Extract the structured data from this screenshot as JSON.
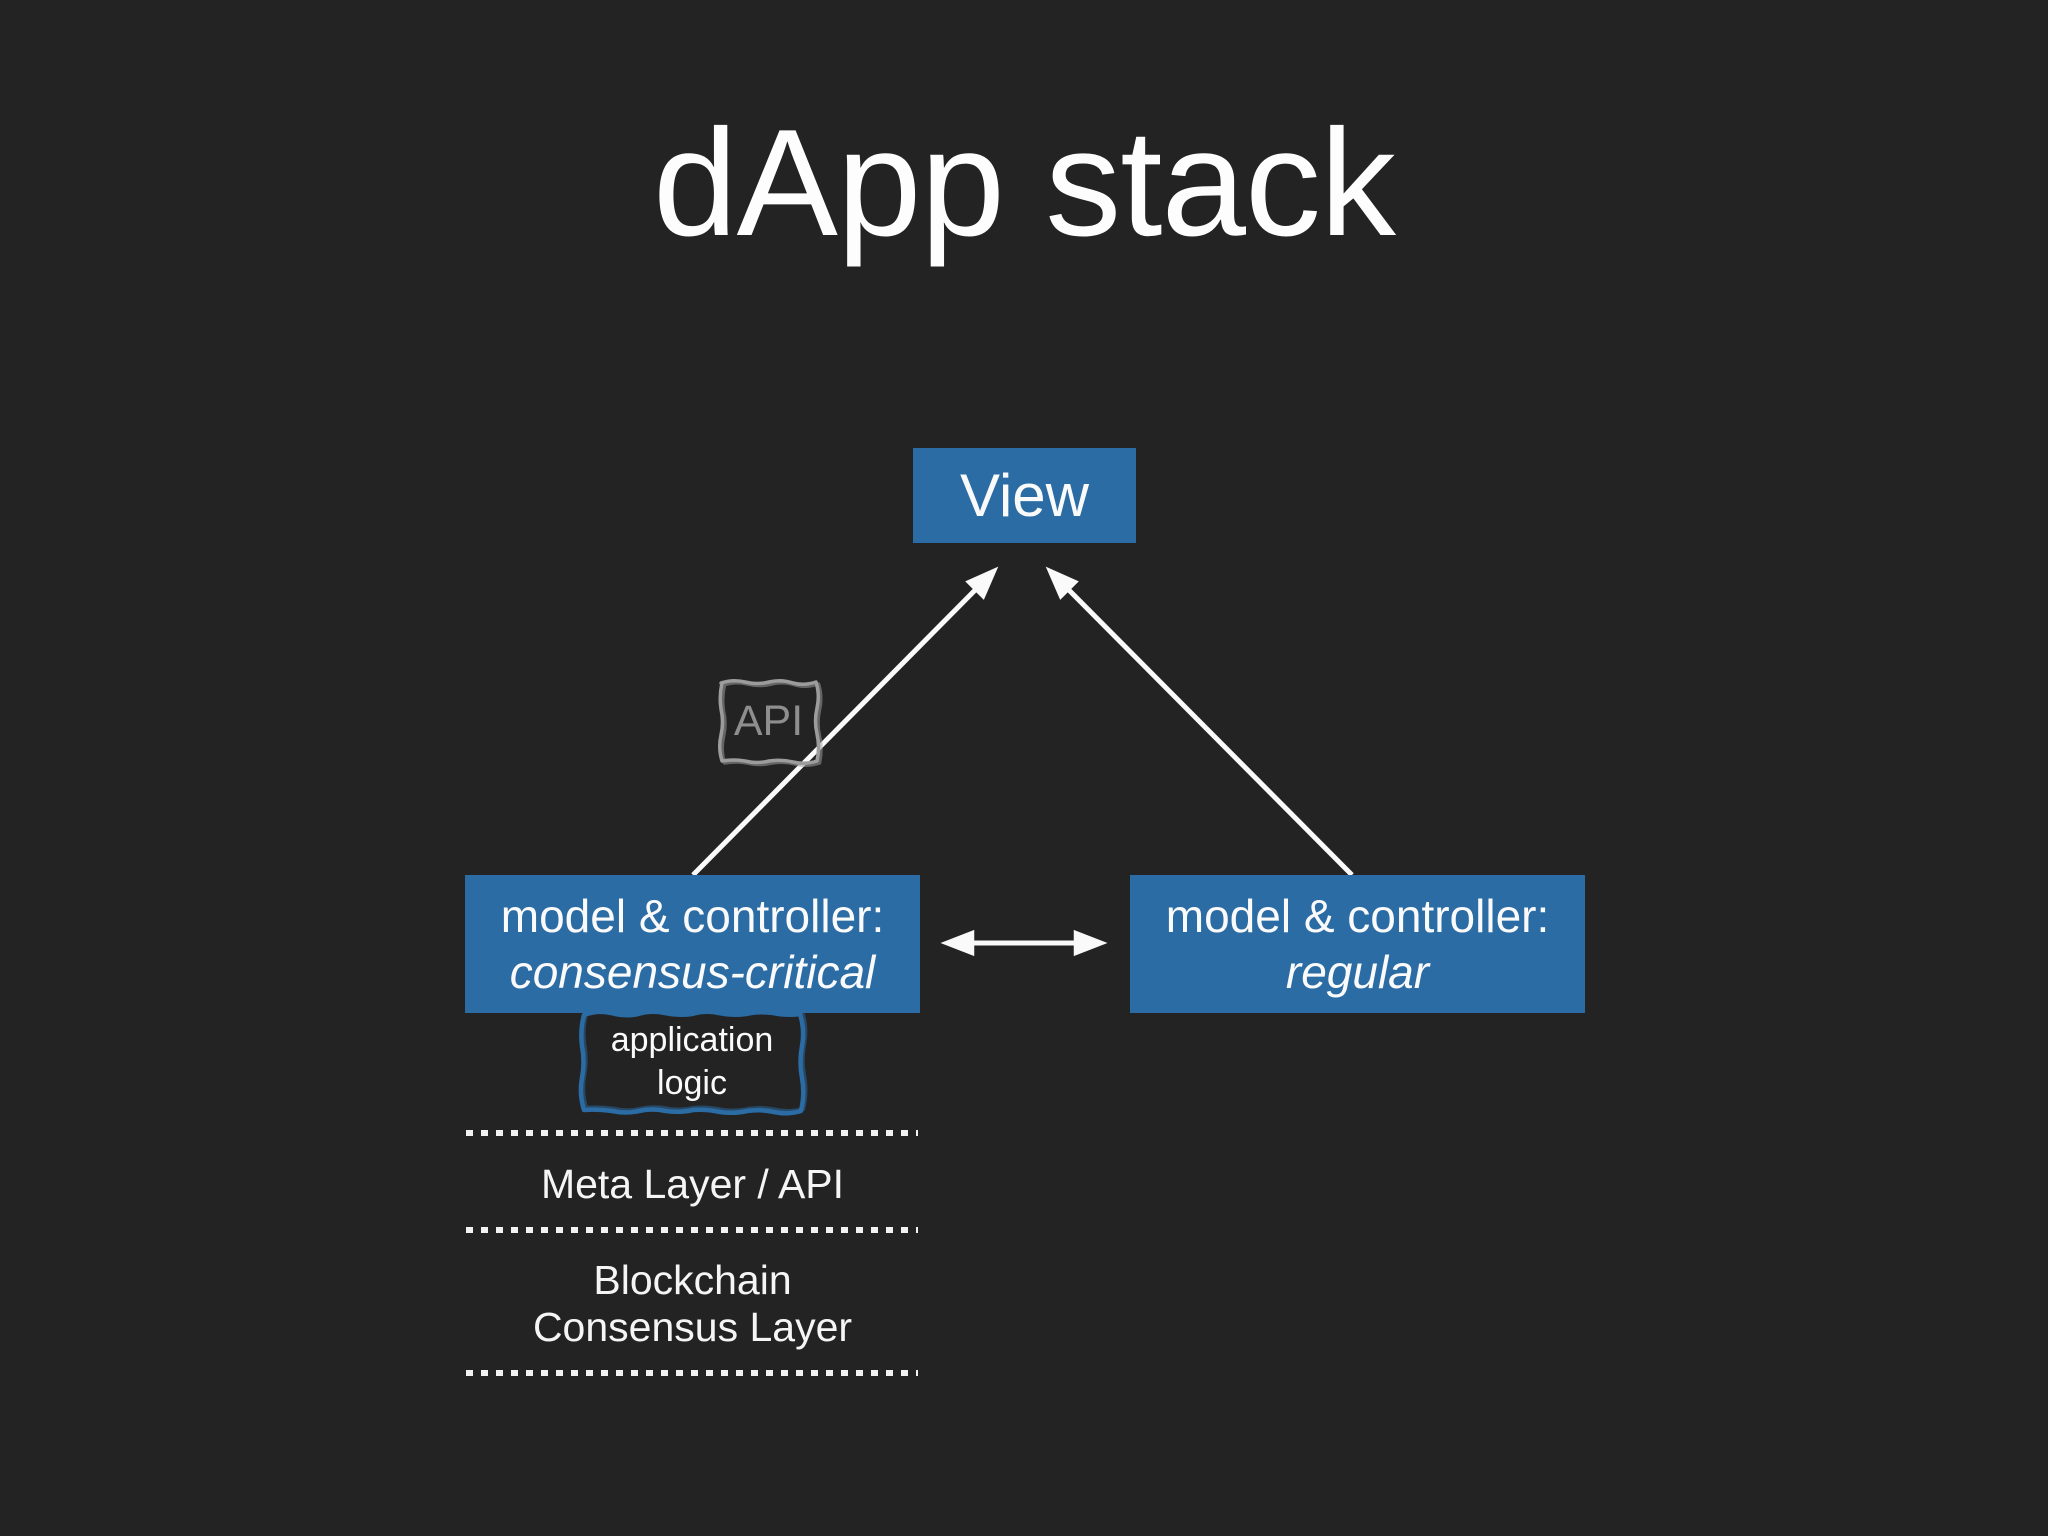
{
  "slide": {
    "title": "dApp stack",
    "colors": {
      "background": "#232323",
      "box_blue": "#2b6ca4",
      "text_white": "#fafafa",
      "sketch_gray": "#9c9c9c",
      "api_text_gray": "#8e8e8e",
      "line_white": "#f2f2f2"
    },
    "nodes": {
      "view": {
        "label": "View"
      },
      "api_badge": {
        "label": "API"
      },
      "mc_consensus": {
        "line1": "model & controller:",
        "line2": "consensus-critical"
      },
      "mc_regular": {
        "line1": "model & controller:",
        "line2": "regular"
      },
      "app_logic": {
        "line1": "application",
        "line2": "logic"
      }
    },
    "layers": {
      "meta_label": "Meta Layer / API",
      "blockchain_label_line1": "Blockchain",
      "blockchain_label_line2": "Consensus Layer"
    }
  }
}
